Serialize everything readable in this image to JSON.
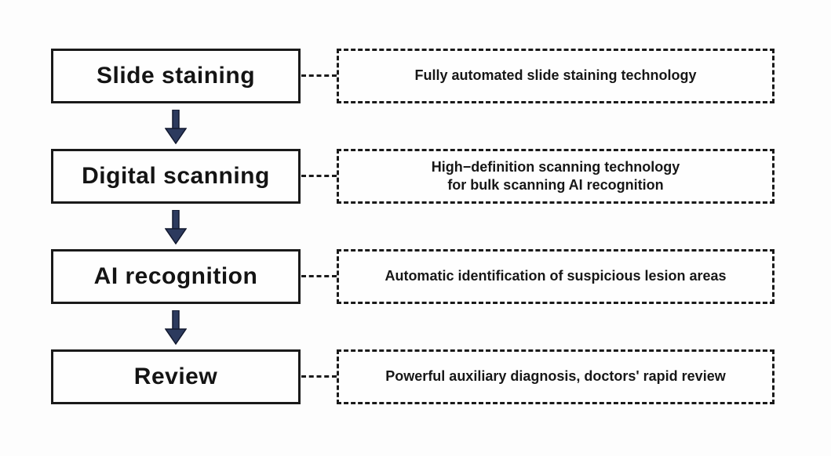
{
  "flow": {
    "rows": [
      {
        "label": "Slide staining",
        "description": "Fully automated slide staining technology"
      },
      {
        "label": "Digital scanning",
        "description": "High−definition scanning technology\nfor bulk scanning AI recognition"
      },
      {
        "label": "AI recognition",
        "description": "Automatic identification of suspicious lesion areas"
      },
      {
        "label": "Review",
        "description": "Powerful auxiliary diagnosis, doctors' rapid review"
      }
    ],
    "colors": {
      "arrow_fill": "#2c3a5e",
      "arrow_outline": "#11182e",
      "box_border": "#1a1a1a",
      "background": "#fdfdfd"
    }
  }
}
